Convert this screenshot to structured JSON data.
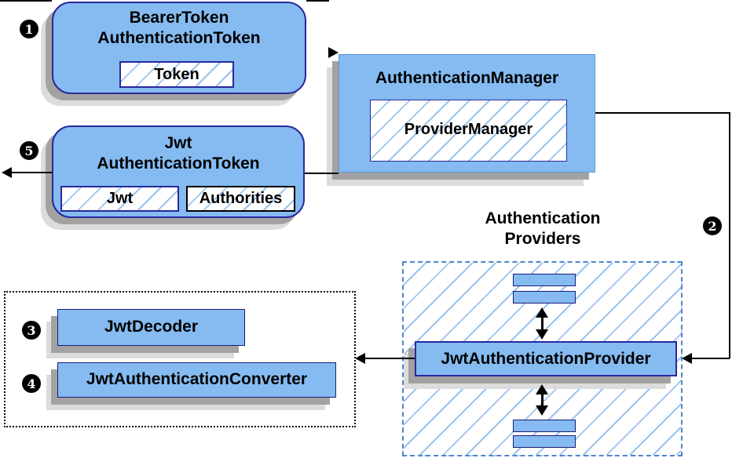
{
  "nodes": {
    "bearer_token": {
      "line1": "BearerToken",
      "line2": "AuthenticationToken",
      "token_label": "Token"
    },
    "authentication_manager": {
      "title": "AuthenticationManager",
      "provider_manager_label": "ProviderManager"
    },
    "jwt_authentication_token": {
      "line1": "Jwt",
      "line2": "AuthenticationToken",
      "jwt_label": "Jwt",
      "authorities_label": "Authorities"
    },
    "authentication_providers": {
      "heading_line1": "Authentication",
      "heading_line2": "Providers",
      "jwt_authentication_provider_label": "JwtAuthenticationProvider"
    },
    "converter_group": {
      "jwt_decoder_label": "JwtDecoder",
      "jwt_authentication_converter_label": "JwtAuthenticationConverter"
    }
  },
  "badges": {
    "step1": "1",
    "step2": "2",
    "step3": "3",
    "step4": "4",
    "step5": "5"
  },
  "colors": {
    "node_fill": "#85BBF0",
    "node_border_navy": "#28289E",
    "thin_node_border": "#1B1B77",
    "hatch_line": "#9CC4EF",
    "providers_dashed_border": "#4D85C8",
    "black_dashed_border": "#000000",
    "shadow_dark": "#A2A2A2",
    "shadow_light": "#DCDCDC",
    "connector": "#000000",
    "badge_bg": "#000000",
    "badge_text": "#FFFFFF"
  }
}
